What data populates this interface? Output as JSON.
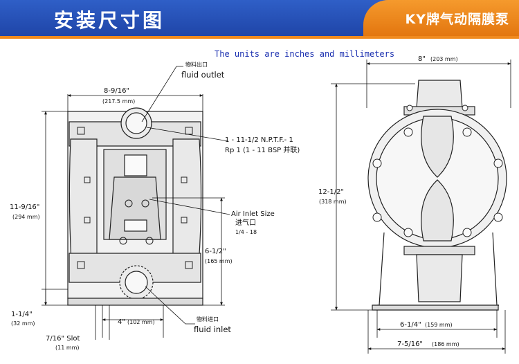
{
  "header": {
    "title": "安装尺寸图",
    "brand": "KY牌气动隔膜泵",
    "colors": {
      "banner": "#2a56be",
      "accent": "#f08a1e"
    }
  },
  "diagram": {
    "units_note": "The units are inches and millimeters",
    "front": {
      "outlet_cn": "物料出口",
      "outlet_en": "fluid outlet",
      "inlet_cn": "物料进口",
      "inlet_en": "fluid inlet",
      "thread_line1": "1 - 11-1/2 N.P.T.F.- 1",
      "thread_line2": "Rp 1 (1 - 11 BSP 并联)",
      "air_en": "Air Inlet Size",
      "air_cn": "进气口",
      "air_size": "1/4 - 18",
      "width_in": "8-9/16\"",
      "width_mm": "(217.5 mm)",
      "height_in": "11-9/16\"",
      "height_mm": "(294 mm)",
      "air_h_in": "6-1/2\"",
      "air_h_mm": "(165 mm)",
      "inlet_h_in": "1-1/4\"",
      "inlet_h_mm": "(32 mm)",
      "slot_in": "7/16\" Slot",
      "slot_mm": "(11 mm)",
      "base_in": "4\"",
      "base_mm": "(102 mm)"
    },
    "side": {
      "depth_in": "8\"",
      "depth_mm": "(203 mm)",
      "height_in": "12-1/2\"",
      "height_mm": "(318 mm)",
      "base1_in": "6-1/4\"",
      "base1_mm": "(159 mm)",
      "base2_in": "7-5/16\"",
      "base2_mm": "(186 mm)"
    }
  }
}
